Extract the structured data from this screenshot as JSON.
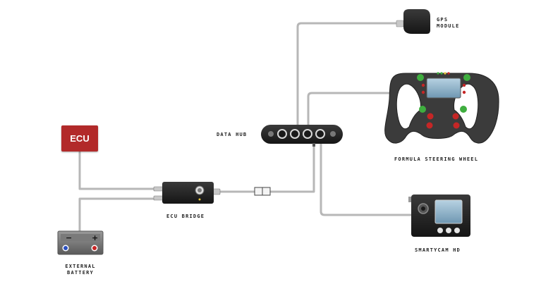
{
  "colors": {
    "cable": "#b7b7b7",
    "ecu_red": "#b22a2a",
    "device_body": "#222222",
    "accent_green": "#3fae3f",
    "accent_red": "#c52626",
    "screen_blue": "#8fb4cc"
  },
  "components": {
    "ecu": {
      "label": "ECU"
    },
    "ecu_bridge": {
      "label": "ECU BRIDGE"
    },
    "data_hub": {
      "label": "DATA HUB"
    },
    "gps": {
      "label_line1": "GPS",
      "label_line2": "MODULE"
    },
    "wheel": {
      "label": "FORMULA STEERING WHEEL"
    },
    "camera": {
      "label": "SMARTYCAM HD"
    },
    "battery": {
      "label_line1": "EXTERNAL",
      "label_line2": "BATTERY",
      "minus": "−",
      "plus": "+"
    }
  }
}
